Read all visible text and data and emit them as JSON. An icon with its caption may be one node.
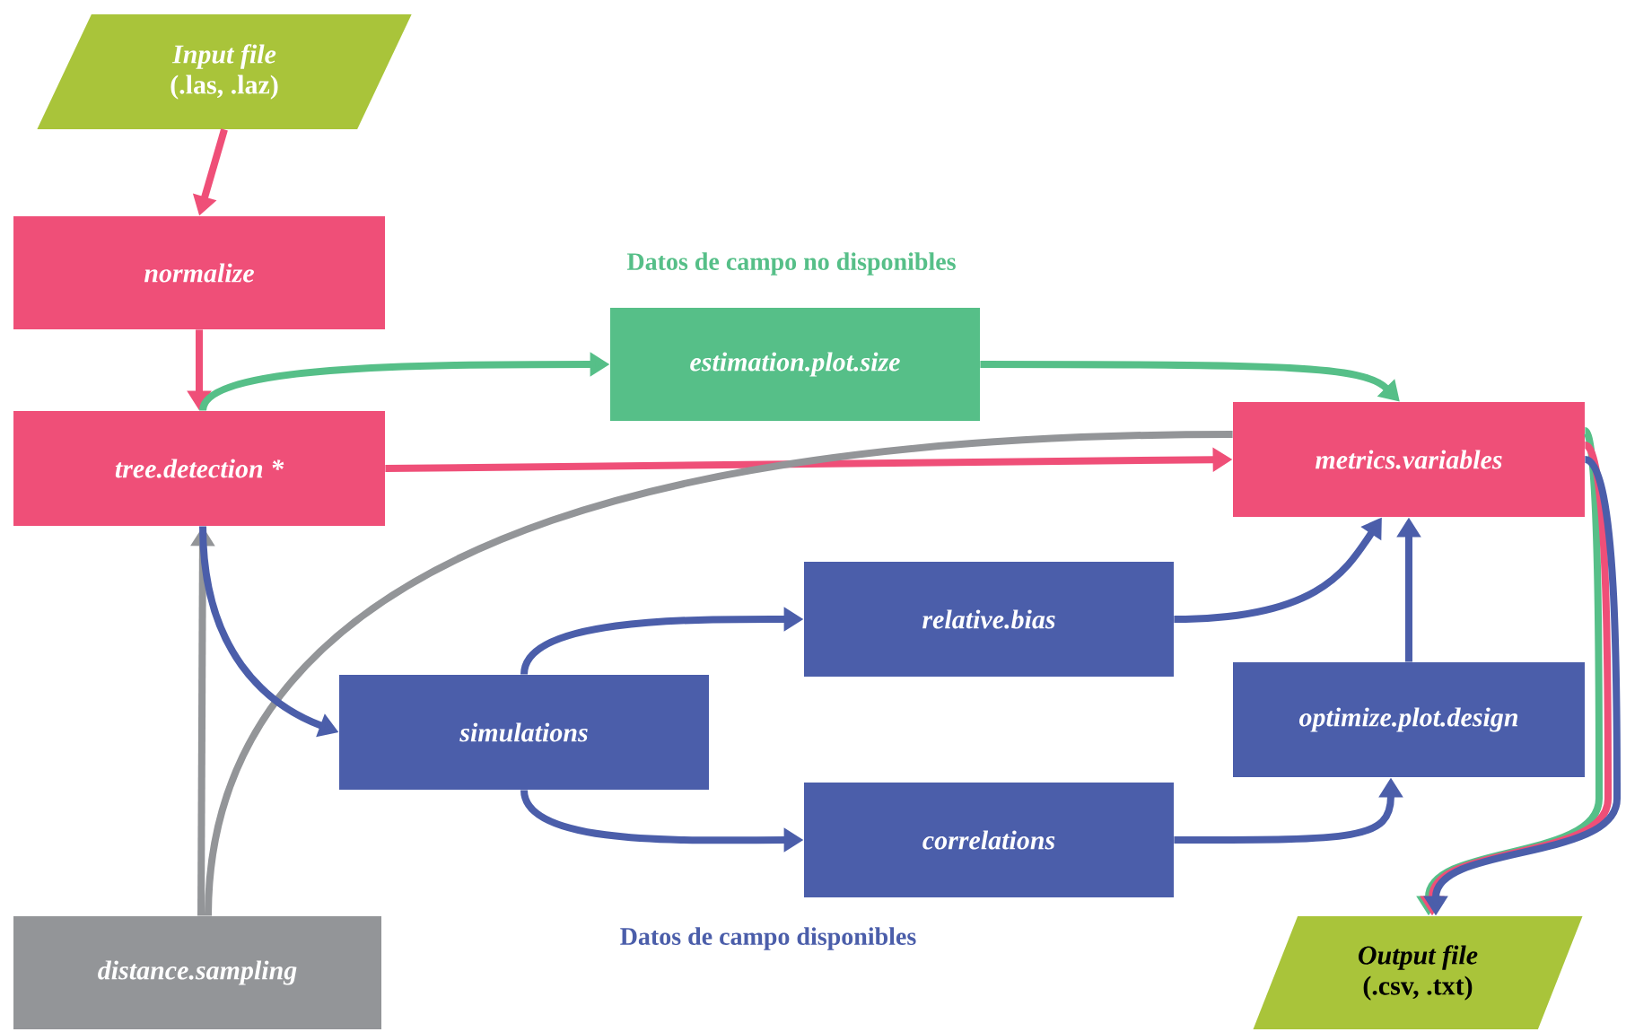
{
  "diagram": {
    "nodes": [
      {
        "text": [
          "Input file",
          "(.las, .laz)"
        ]
      },
      {
        "text": [
          "normalize"
        ]
      },
      {
        "text": [
          "estimation.plot.size"
        ]
      },
      {
        "text": [
          "tree.detection *"
        ]
      },
      {
        "text": [
          "metrics.variables"
        ]
      },
      {
        "text": [
          "relative.bias"
        ]
      },
      {
        "text": [
          "simulations"
        ]
      },
      {
        "text": [
          "optimize.plot.design"
        ]
      },
      {
        "text": [
          "correlations"
        ]
      },
      {
        "text": [
          "distance.sampling"
        ]
      },
      {
        "text": [
          "Output file",
          "(.csv, .txt)"
        ]
      }
    ],
    "edges": [
      {
        "from": 0,
        "to": 1,
        "arrow": "to",
        "color": "#ef4f78"
      },
      {
        "from": 1,
        "to": 3,
        "arrow": "to",
        "color": "#ef4f78"
      },
      {
        "from": 3,
        "to": 2,
        "arrow": "to",
        "color": "#56bf88"
      },
      {
        "from": 2,
        "to": 4,
        "arrow": "to",
        "color": "#56bf88"
      },
      {
        "from": 3,
        "to": 4,
        "arrow": "to",
        "color": "#ef4f78"
      },
      {
        "from": 9,
        "to": 3,
        "arrow": "to",
        "color": "#939598"
      },
      {
        "from": 9,
        "to": 4,
        "arrow": "none",
        "color": "#939598"
      },
      {
        "from": 3,
        "to": 6,
        "arrow": "to",
        "color": "#4b5eaa"
      },
      {
        "from": 6,
        "to": 5,
        "arrow": "to",
        "color": "#4b5eaa"
      },
      {
        "from": 6,
        "to": 8,
        "arrow": "to",
        "color": "#4b5eaa"
      },
      {
        "from": 5,
        "to": 4,
        "arrow": "to",
        "color": "#4b5eaa"
      },
      {
        "from": 8,
        "to": 7,
        "arrow": "to",
        "color": "#4b5eaa"
      },
      {
        "from": 7,
        "to": 4,
        "arrow": "to",
        "color": "#4b5eaa"
      },
      {
        "from": 4,
        "to": 10,
        "arrow": "to",
        "color": "#56bf88"
      },
      {
        "from": 4,
        "to": 10,
        "arrow": "to",
        "color": "#ef4f78"
      },
      {
        "from": 4,
        "to": 10,
        "arrow": "to",
        "color": "#4b5eaa"
      }
    ],
    "labels": [
      "Datos de campo no disponibles",
      "Datos de campo disponibles"
    ]
  }
}
